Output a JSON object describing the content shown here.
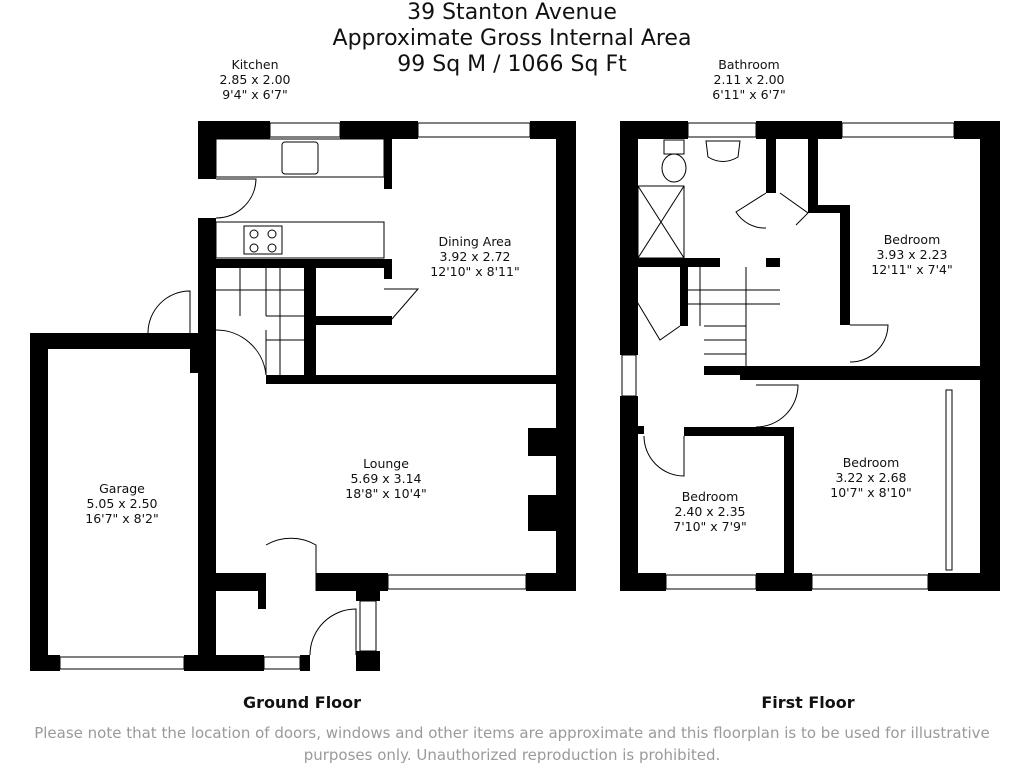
{
  "title": {
    "line1": "39 Stanton Avenue",
    "line2": "Approximate Gross Internal Area",
    "line3": "99 Sq M / 1066 Sq Ft"
  },
  "rooms": {
    "kitchen": {
      "name": "Kitchen",
      "metric": "2.85 x 2.00",
      "imperial": "9'4\" x 6'7\""
    },
    "dining": {
      "name": "Dining Area",
      "metric": "3.92 x 2.72",
      "imperial": "12'10\" x 8'11\""
    },
    "lounge": {
      "name": "Lounge",
      "metric": "5.69 x 3.14",
      "imperial": "18'8\" x 10'4\""
    },
    "garage": {
      "name": "Garage",
      "metric": "5.05 x 2.50",
      "imperial": "16'7\" x 8'2\""
    },
    "bathroom": {
      "name": "Bathroom",
      "metric": "2.11 x 2.00",
      "imperial": "6'11\" x 6'7\""
    },
    "bedroom1": {
      "name": "Bedroom",
      "metric": "3.93 x 2.23",
      "imperial": "12'11\" x 7'4\""
    },
    "bedroom2": {
      "name": "Bedroom",
      "metric": "3.22 x 2.68",
      "imperial": "10'7\" x 8'10\""
    },
    "bedroom3": {
      "name": "Bedroom",
      "metric": "2.40 x 2.35",
      "imperial": "7'10\" x 7'9\""
    }
  },
  "floors": {
    "ground": "Ground Floor",
    "first": "First Floor"
  },
  "disclaimer": {
    "line1": "Please note that the location of doors, windows and other items are approximate and this floorplan is to be used for illustrative",
    "line2": "purposes only. Unauthorized reproduction is prohibited."
  },
  "colors": {
    "wall": "#000000",
    "disclaimer": "#9a9a9a"
  }
}
